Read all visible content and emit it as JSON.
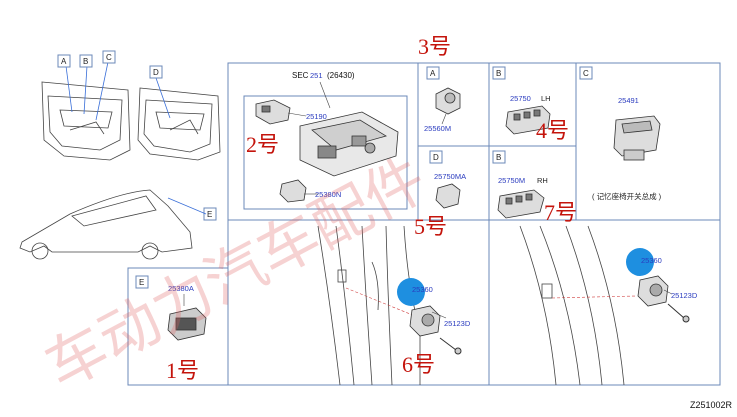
{
  "section": {
    "sec_prefix": "SEC",
    "sec_num": "251",
    "sec_sub": "(26430)"
  },
  "top_letters": {
    "a": "A",
    "b": "B",
    "c": "C",
    "d": "D",
    "e": "E"
  },
  "panels": {
    "a": {
      "letter": "A",
      "part": "25560M",
      "num_label": "3号"
    },
    "b_lh": {
      "letter": "B",
      "part": "25750",
      "side": "LH",
      "num_label": "4号"
    },
    "c": {
      "letter": "C",
      "part": "25491",
      "note": "( 记忆座椅开关总成 )"
    },
    "d": {
      "letter": "D",
      "part": "25750MA",
      "num_label": "5号"
    },
    "b_rh": {
      "letter": "B",
      "part": "25750M",
      "side": "RH",
      "num_label": "7号"
    },
    "overhead": {
      "part_switch": "25190",
      "part_small": "25380N",
      "num_label": "2号"
    },
    "e": {
      "letter": "E",
      "part": "25380A",
      "num_label": "1号"
    },
    "pillar_left": {
      "part_sensor": "25360",
      "part_bolt": "25123D",
      "num_label": "6号"
    },
    "pillar_right": {
      "part_sensor": "25360",
      "part_bolt": "25123D"
    }
  },
  "watermark": "车动力汽车配件",
  "footer_code": "Z251002R",
  "colors": {
    "blue_part": "#2a3bbf",
    "red_label": "#c4140c",
    "frame": "#6b88b8",
    "highlight": "#1e8fe0"
  }
}
